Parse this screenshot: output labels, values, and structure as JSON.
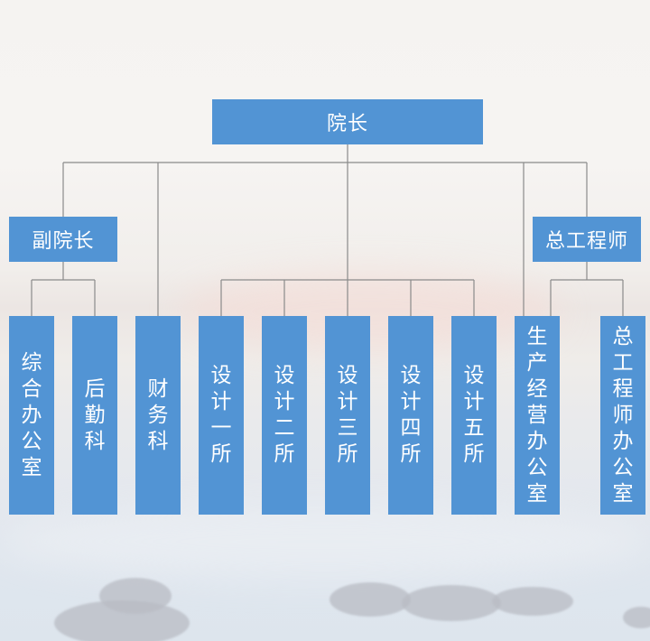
{
  "org_chart": {
    "root": "院长",
    "side_left": "副院长",
    "side_right": "总工程师",
    "departments": {
      "general_office": "综合办公室",
      "logistics": "后勤科",
      "finance": "财务科",
      "design_1": "设计一所",
      "design_2": "设计二所",
      "design_3": "设计三所",
      "design_4": "设计四所",
      "design_5": "设计五所",
      "production_office": "生产经营办公室",
      "chief_engineer_office": "总工程师办公室"
    }
  },
  "colors": {
    "box_fill": "#5294d4",
    "box_text": "#ffffff",
    "connector": "#8a8a8a"
  }
}
